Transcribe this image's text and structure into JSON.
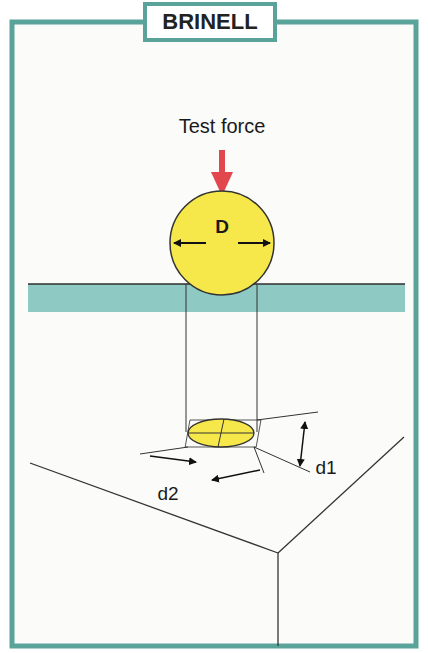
{
  "diagram": {
    "title": "BRINELL",
    "labels": [
      "Test force",
      "D",
      "d1",
      "d2"
    ]
  }
}
